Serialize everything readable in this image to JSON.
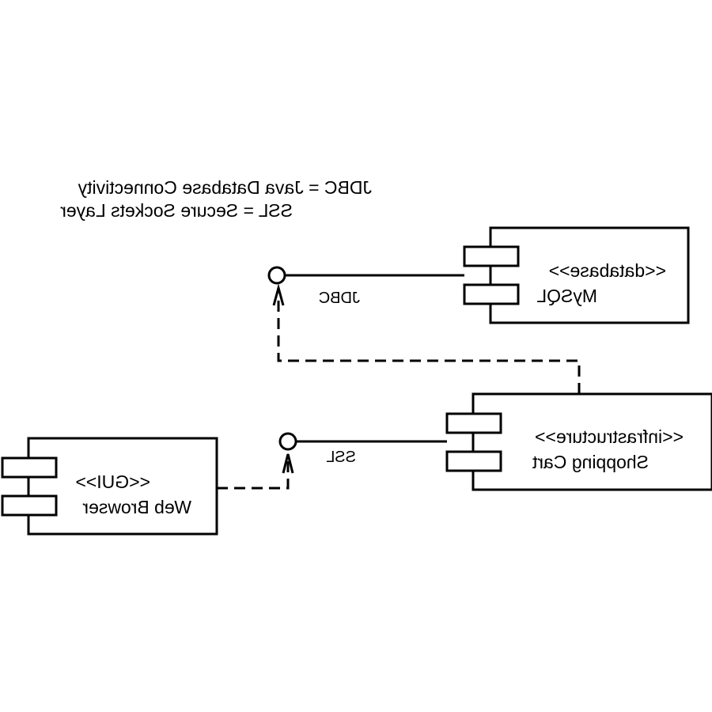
{
  "legend": {
    "line1": "JDBC = Java Database Connectivity",
    "line2": "SSL = Secure Sockets Layer"
  },
  "components": {
    "database": {
      "stereotype": "<<database>>",
      "name": "MySQL"
    },
    "infrastructure": {
      "stereotype": "<<infrastructure>>",
      "name": "Shopping Cart"
    },
    "gui": {
      "stereotype": "<<GUI>>",
      "name": "Web Browser"
    }
  },
  "interfaces": {
    "jdbc": "JDBC",
    "ssl": "SSL"
  },
  "colors": {
    "stroke": "#000000",
    "background": "#ffffff"
  }
}
